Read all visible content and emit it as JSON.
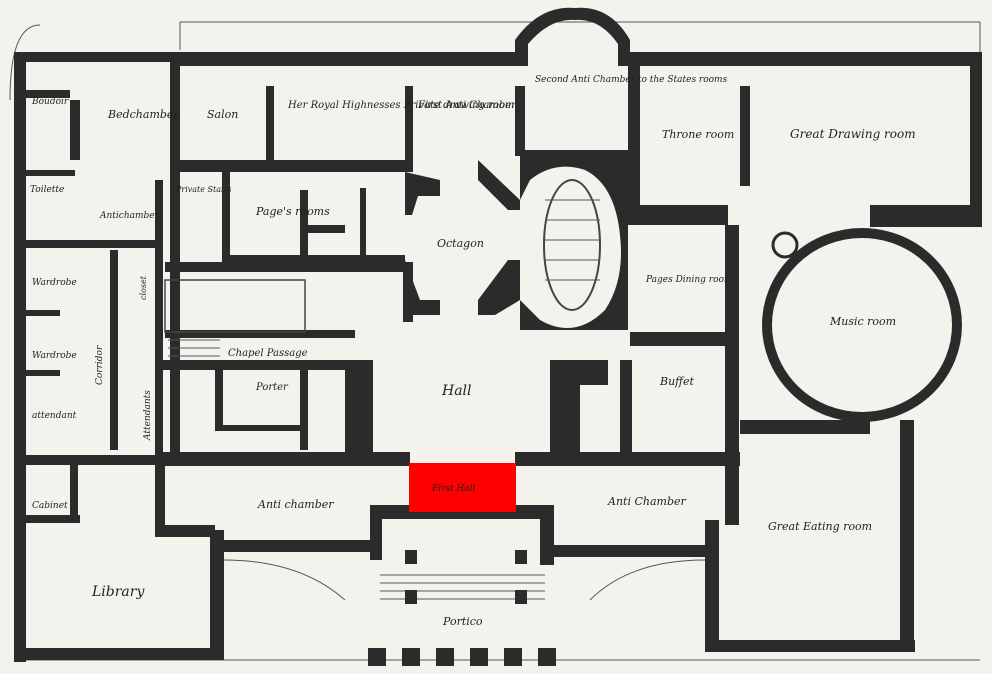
{
  "colors": {
    "paper": "#f4f2ec",
    "ink": "#2b2b2b",
    "highlight": "#ff0000"
  },
  "highlighted_room": "First Hall",
  "rooms": {
    "boudoir": "Boudoir",
    "bedchamber": "Bedchamber",
    "salon": "Salon",
    "private_drawing_room": "Her Royal Highnesses Private drawing room",
    "first_anti_chamber": "First Anti Chamber",
    "second_anti_chamber": "Second Anti Chamber to the States rooms",
    "throne_room": "Throne room",
    "great_drawing_room": "Great Drawing room",
    "toilette": "Toilette",
    "private_stairs": "Private Stairs",
    "anti_chamber_small": "Antichamber",
    "pages_rooms": "Page's rooms",
    "octagon": "Octagon",
    "pages_dining_room": "Pages Dining room",
    "music_room": "Music room",
    "wardrobe_1": "Wardrobe",
    "wardrobe_2": "Wardrobe",
    "attendant": "attendant",
    "corridor": "Corridor",
    "closet": "closet",
    "attendants": "Attendants",
    "chapel_passage": "Chapel Passage",
    "porter": "Porter",
    "hall": "Hall",
    "buffet": "Buffet",
    "cabinet": "Cabinet",
    "anti_chamber_left": "Anti chamber",
    "first_hall": "First Hall",
    "anti_chamber_right": "Anti Chamber",
    "great_eating_room": "Great Eating room",
    "library": "Library",
    "portico": "Portico"
  }
}
